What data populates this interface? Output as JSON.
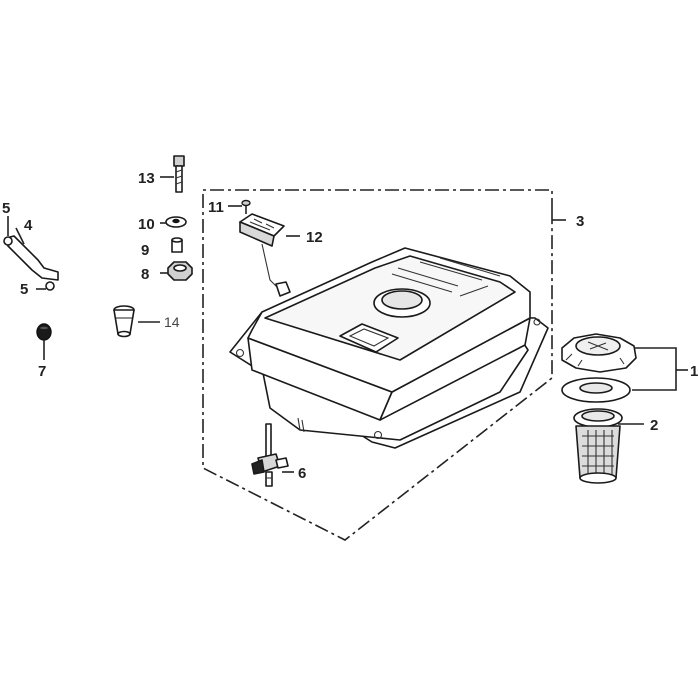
{
  "labels": {
    "fuel_cap_group": "1",
    "strainer": "2",
    "fuel_tank_assembly": "3",
    "fuel_pipe": "4",
    "clamp_upper": "5",
    "clamp_lower": "5",
    "fuel_valve": "6",
    "pipe_plug": "7",
    "nut": "8",
    "collar": "9",
    "washer": "10",
    "screw": "11",
    "fuel_gauge": "12",
    "bolt": "13",
    "cushion": "14"
  }
}
